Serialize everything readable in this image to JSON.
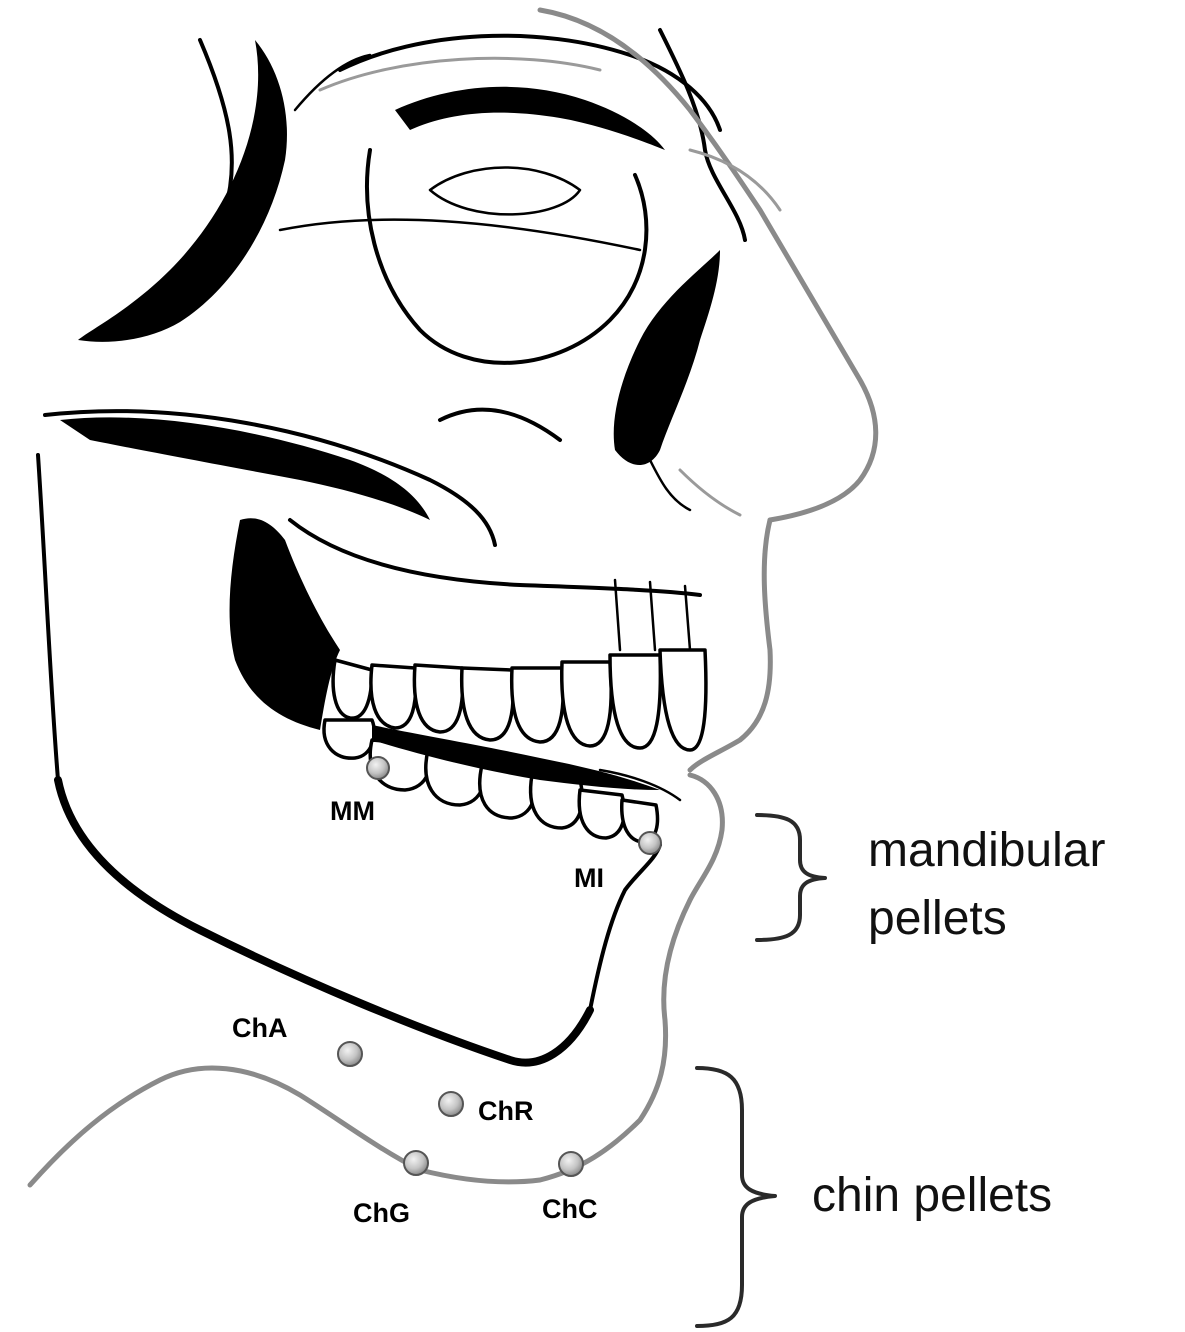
{
  "pellets": [
    {
      "id": "MM",
      "label": "MM"
    },
    {
      "id": "MI",
      "label": "MI"
    },
    {
      "id": "ChA",
      "label": "ChA"
    },
    {
      "id": "ChR",
      "label": "ChR"
    },
    {
      "id": "ChG",
      "label": "ChG"
    },
    {
      "id": "ChC",
      "label": "ChC"
    }
  ],
  "groups": {
    "mandibular": {
      "line1": "mandibular",
      "line2": "pellets"
    },
    "chin": {
      "line1": "chin pellets"
    }
  },
  "colors": {
    "bone_outline": "#000000",
    "skin_outline": "#8a8a8a",
    "pellet_fill": "#c8c8c8",
    "pellet_stroke": "#555555"
  }
}
